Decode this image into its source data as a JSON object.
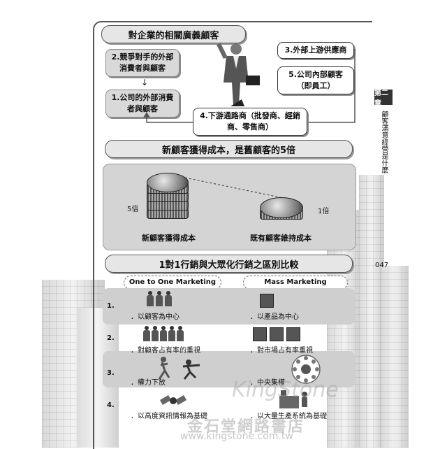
{
  "section1": {
    "title": "對企業的相關廣義顧客",
    "boxes": {
      "competitor": "2.競爭對手的外部消費者與顧客",
      "external": "1.公司的外部消費者與顧客",
      "supplier": "3.外部上游供應商",
      "internal": "5.公司內部顧客（即員工）",
      "downstream": "4.下游通路商（批發商、經銷商、零售商）"
    }
  },
  "section2": {
    "title": "新顧客獲得成本，是舊顧客的5倍",
    "left_multiplier": "5倍",
    "right_multiplier": "1倍",
    "left_caption": "新顧客獲得成本",
    "right_caption": "既有顧客維持成本"
  },
  "section3": {
    "title": "1對1行銷與大眾化行銷之區別比較",
    "col_left": "One to One Marketing",
    "col_right": "Mass Marketing",
    "rows": [
      {
        "num": "1.",
        "left": "．以顧客為中心",
        "right": "．以產品為中心"
      },
      {
        "num": "2.",
        "left": "．對顧客占有率的重視",
        "right": "．對市場占有率重視"
      },
      {
        "num": "3.",
        "left": "．權力下放",
        "right": "．中央集權"
      },
      {
        "num": "4.",
        "left": "．以高度資訊情報為基礎",
        "right": "．以大量生產系統為基礎"
      }
    ]
  },
  "side": {
    "chapter": "第二章",
    "title": "顧客滿意經營是什麼",
    "page": "047"
  },
  "watermark": {
    "brand": "KingStone",
    "cn": "金石堂網路書店",
    "url": "www.kingstone.com.tw"
  }
}
